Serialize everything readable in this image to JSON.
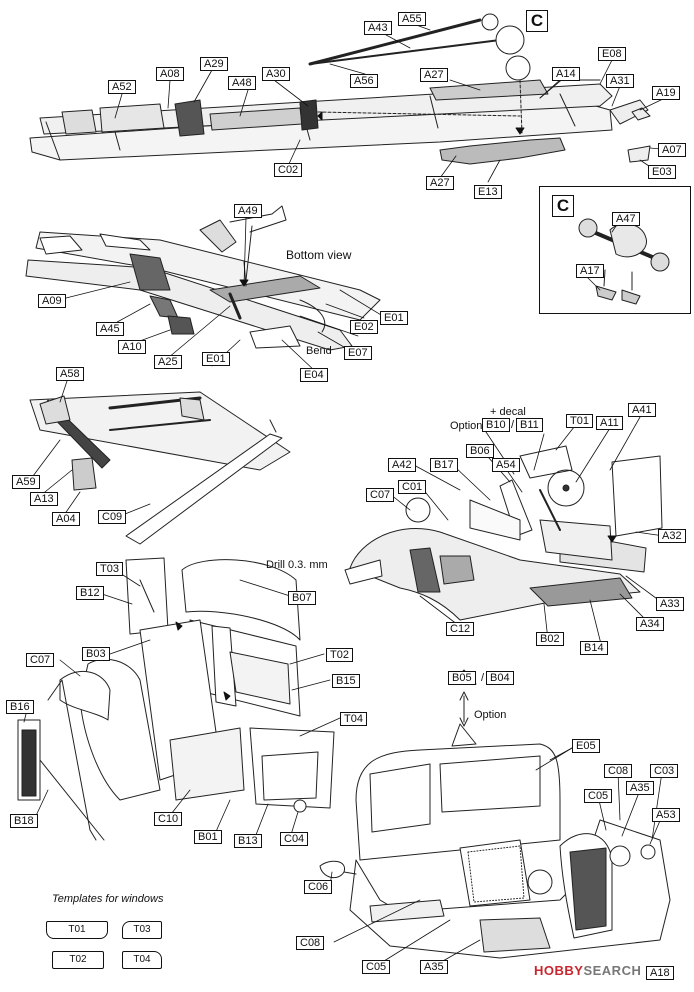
{
  "detail_marker": "C",
  "captions": {
    "bottom_view": "Bottom view",
    "bend": "Bend",
    "option_decal": "+ decal",
    "option_left": "Option",
    "drill": "Drill 0.3. mm",
    "option_below": "Option",
    "templates": "Templates for windows",
    "watermark_red": "HOBBY",
    "watermark_gray": "SEARCH"
  },
  "labels": {
    "top": [
      "A55",
      "A43",
      "A56",
      "A52",
      "A08",
      "A29",
      "A48",
      "A30",
      "A27",
      "A14",
      "E08",
      "A31",
      "A19",
      "A07",
      "E03",
      "A27",
      "E13",
      "C02"
    ],
    "detail": [
      "A47",
      "A17"
    ],
    "bottom": [
      "A49",
      "A09",
      "A45",
      "A10",
      "A25",
      "E01",
      "E02",
      "E01",
      "E07",
      "E04"
    ],
    "axle": [
      "A58",
      "A59",
      "A13",
      "A04",
      "C09"
    ],
    "seat": [
      "B10",
      "B11",
      "T01",
      "A41",
      "A11",
      "B06",
      "A54",
      "A42",
      "B17",
      "C07",
      "C01",
      "A32",
      "A33",
      "A34",
      "B14",
      "B02",
      "C12"
    ],
    "cab": [
      "T03",
      "B07",
      "B12",
      "B03",
      "T02",
      "B15",
      "C07",
      "T04",
      "B16",
      "B18",
      "C10",
      "B01",
      "B13",
      "C04"
    ],
    "front": [
      "B05",
      "B04",
      "E05",
      "C08",
      "C03",
      "C05",
      "A35",
      "A53",
      "C06",
      "C08",
      "C05",
      "A35",
      "A18"
    ]
  },
  "templates": [
    "T01",
    "T03",
    "T02",
    "T04"
  ]
}
